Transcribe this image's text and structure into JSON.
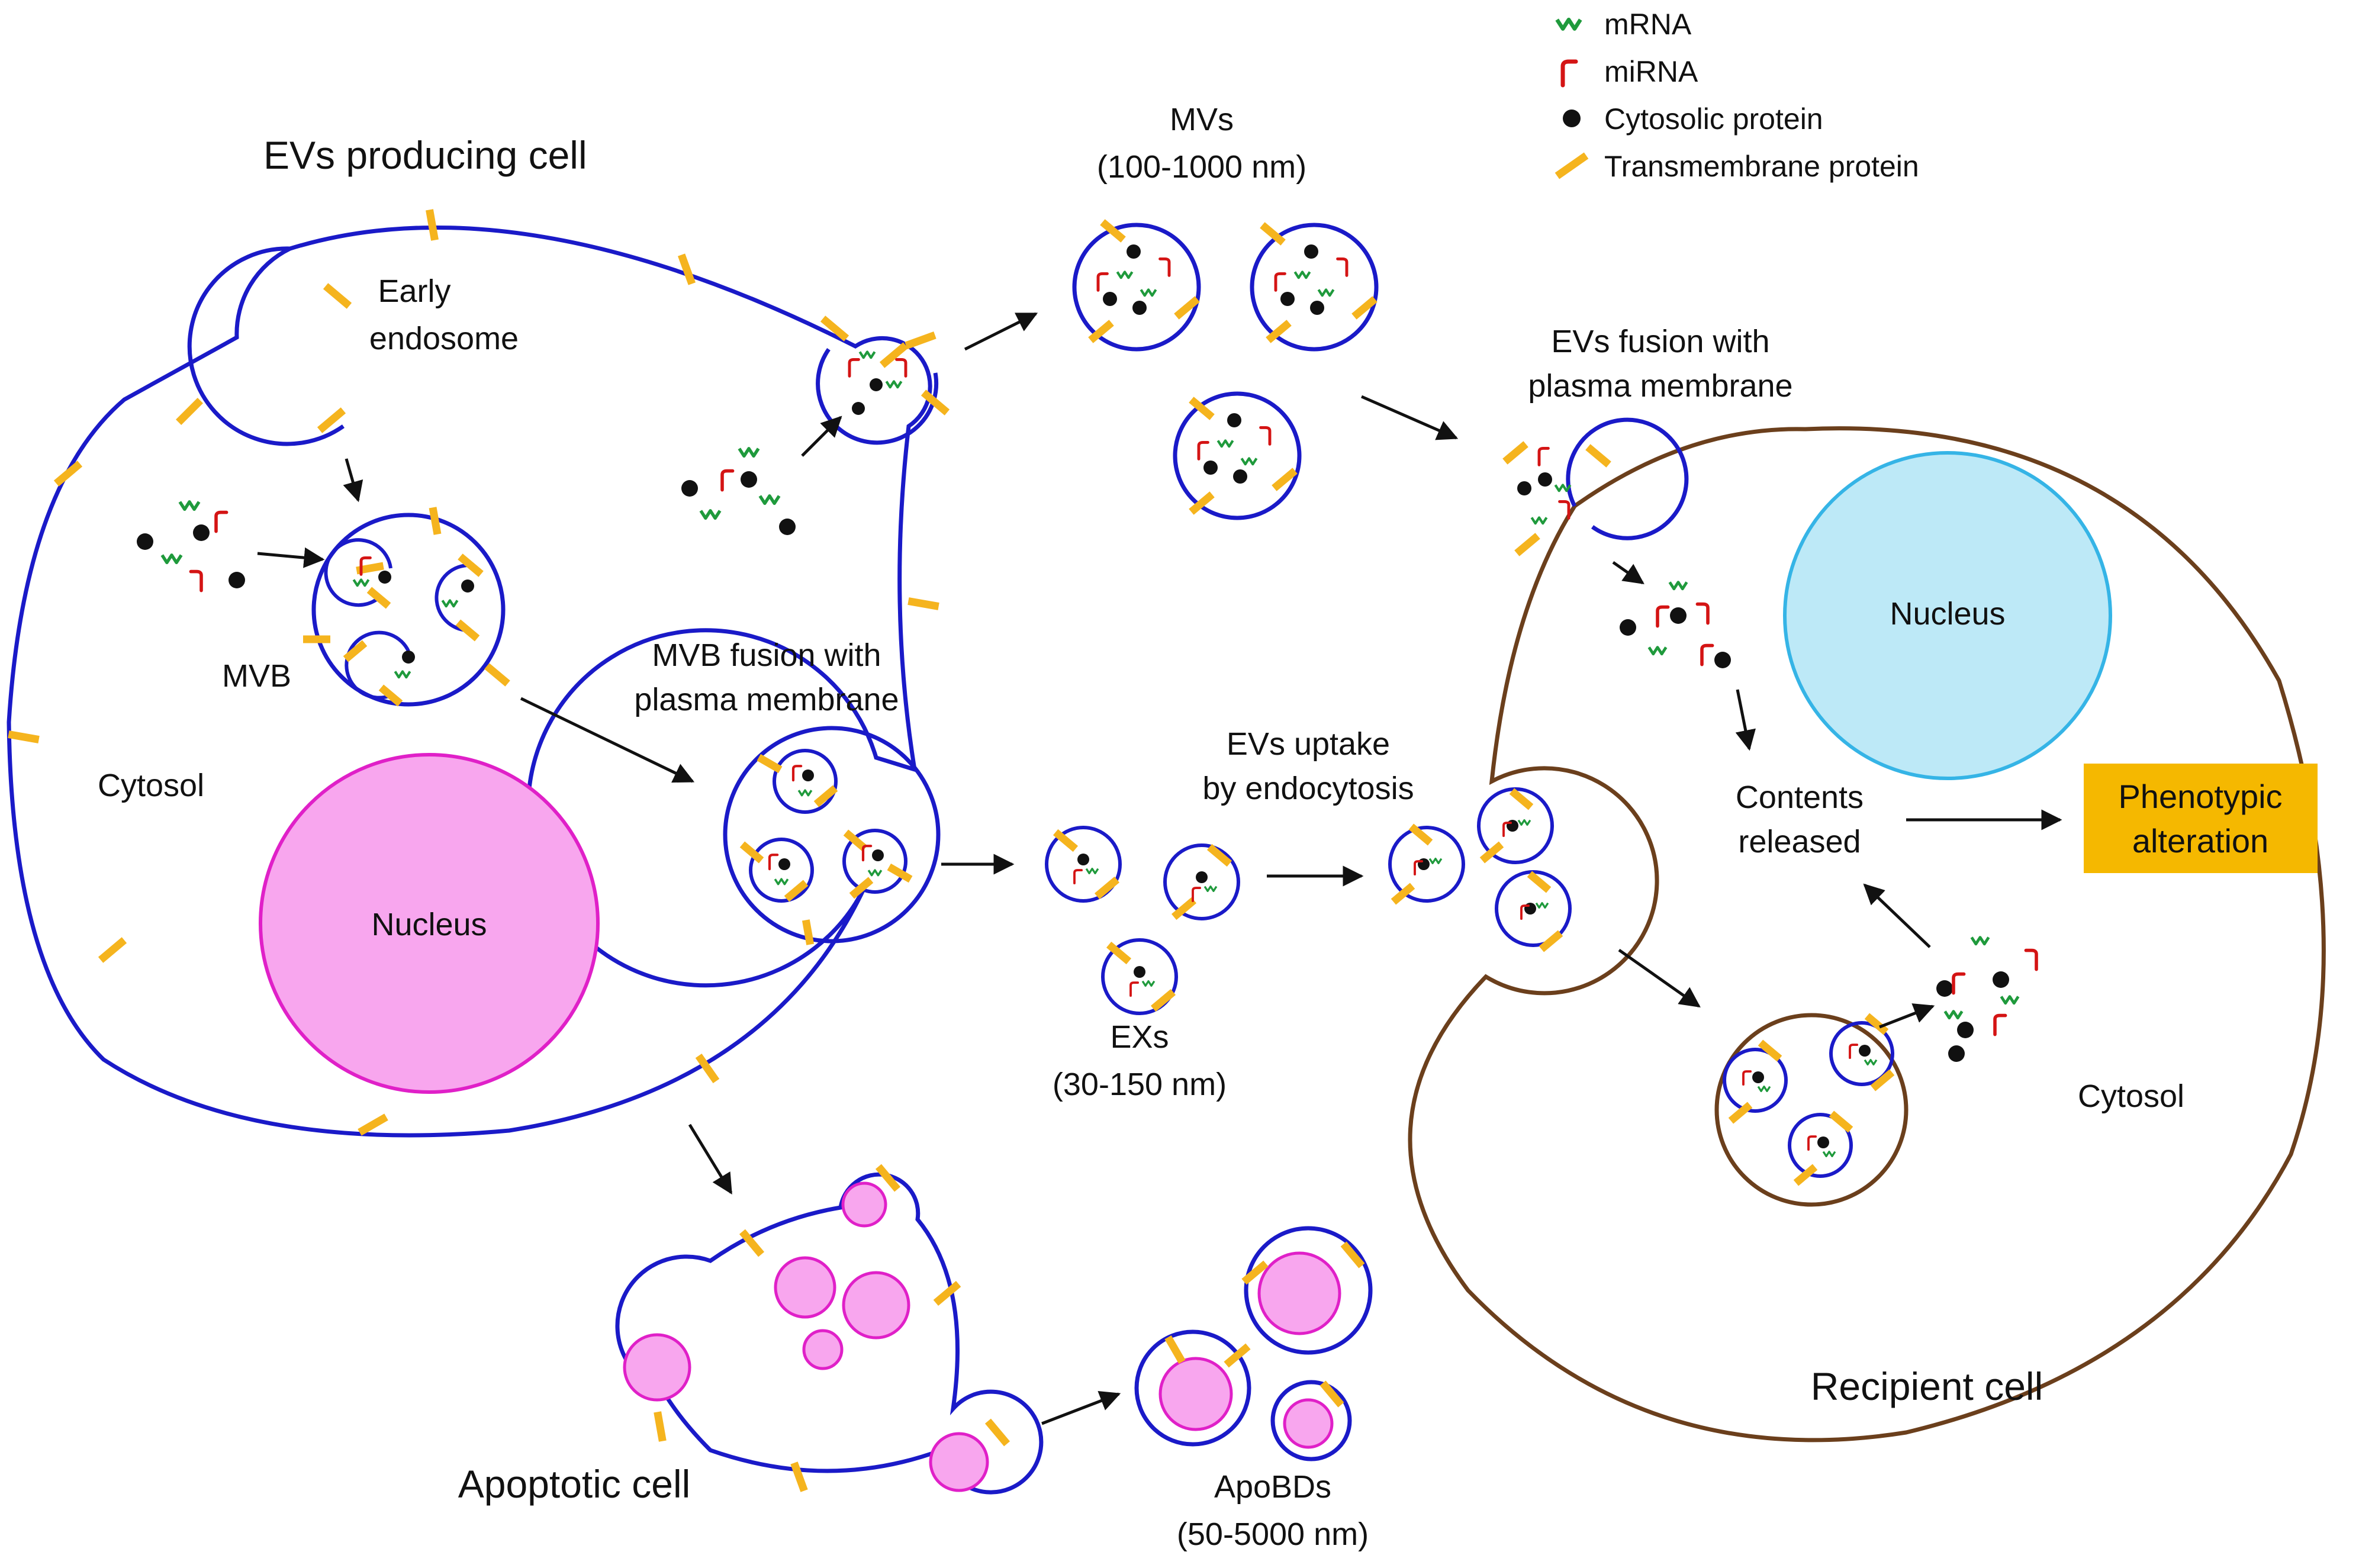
{
  "legend": {
    "mrna": "mRNA",
    "mirna": "miRNA",
    "cytosolic_protein": "Cytosolic protein",
    "transmembrane_protein": "Transmembrane protein"
  },
  "producing_cell": {
    "title": "EVs producing cell",
    "early_endosome": [
      "Early",
      "endosome"
    ],
    "mvb": "MVB",
    "cytosol": "Cytosol",
    "nucleus": "Nucleus",
    "mvb_fusion": [
      "MVB fusion with",
      "plasma membrane"
    ]
  },
  "mvs": {
    "name": "MVs",
    "size": "(100-1000 nm)"
  },
  "exs": {
    "name": "EXs",
    "size": "(30-150 nm)"
  },
  "apoptotic": {
    "cell_label": "Apoptotic cell",
    "bodies_name": "ApoBDs",
    "bodies_size": "(50-5000 nm)"
  },
  "recipient_cell": {
    "title": "Recipient cell",
    "fusion": [
      "EVs fusion with",
      "plasma membrane"
    ],
    "uptake": [
      "EVs uptake",
      "by endocytosis"
    ],
    "nucleus": "Nucleus",
    "contents": [
      "Contents",
      "released"
    ],
    "cytosol": "Cytosol",
    "phenotypic": [
      "Phenotypic",
      "alteration"
    ]
  },
  "colors": {
    "membrane": "#1a1ac8",
    "recipient_membrane": "#6b3f1c",
    "transmembrane": "#f5b41e",
    "mrna": "#1f9a3c",
    "mirna": "#d41414",
    "protein": "#111111",
    "nucleus_pink": "#f8a6ee",
    "nucleus_pink_stroke": "#e020c8",
    "nucleus_blue": "#bde9f7",
    "nucleus_blue_stroke": "#35b4e6",
    "pheno_box": "#f5b800"
  }
}
